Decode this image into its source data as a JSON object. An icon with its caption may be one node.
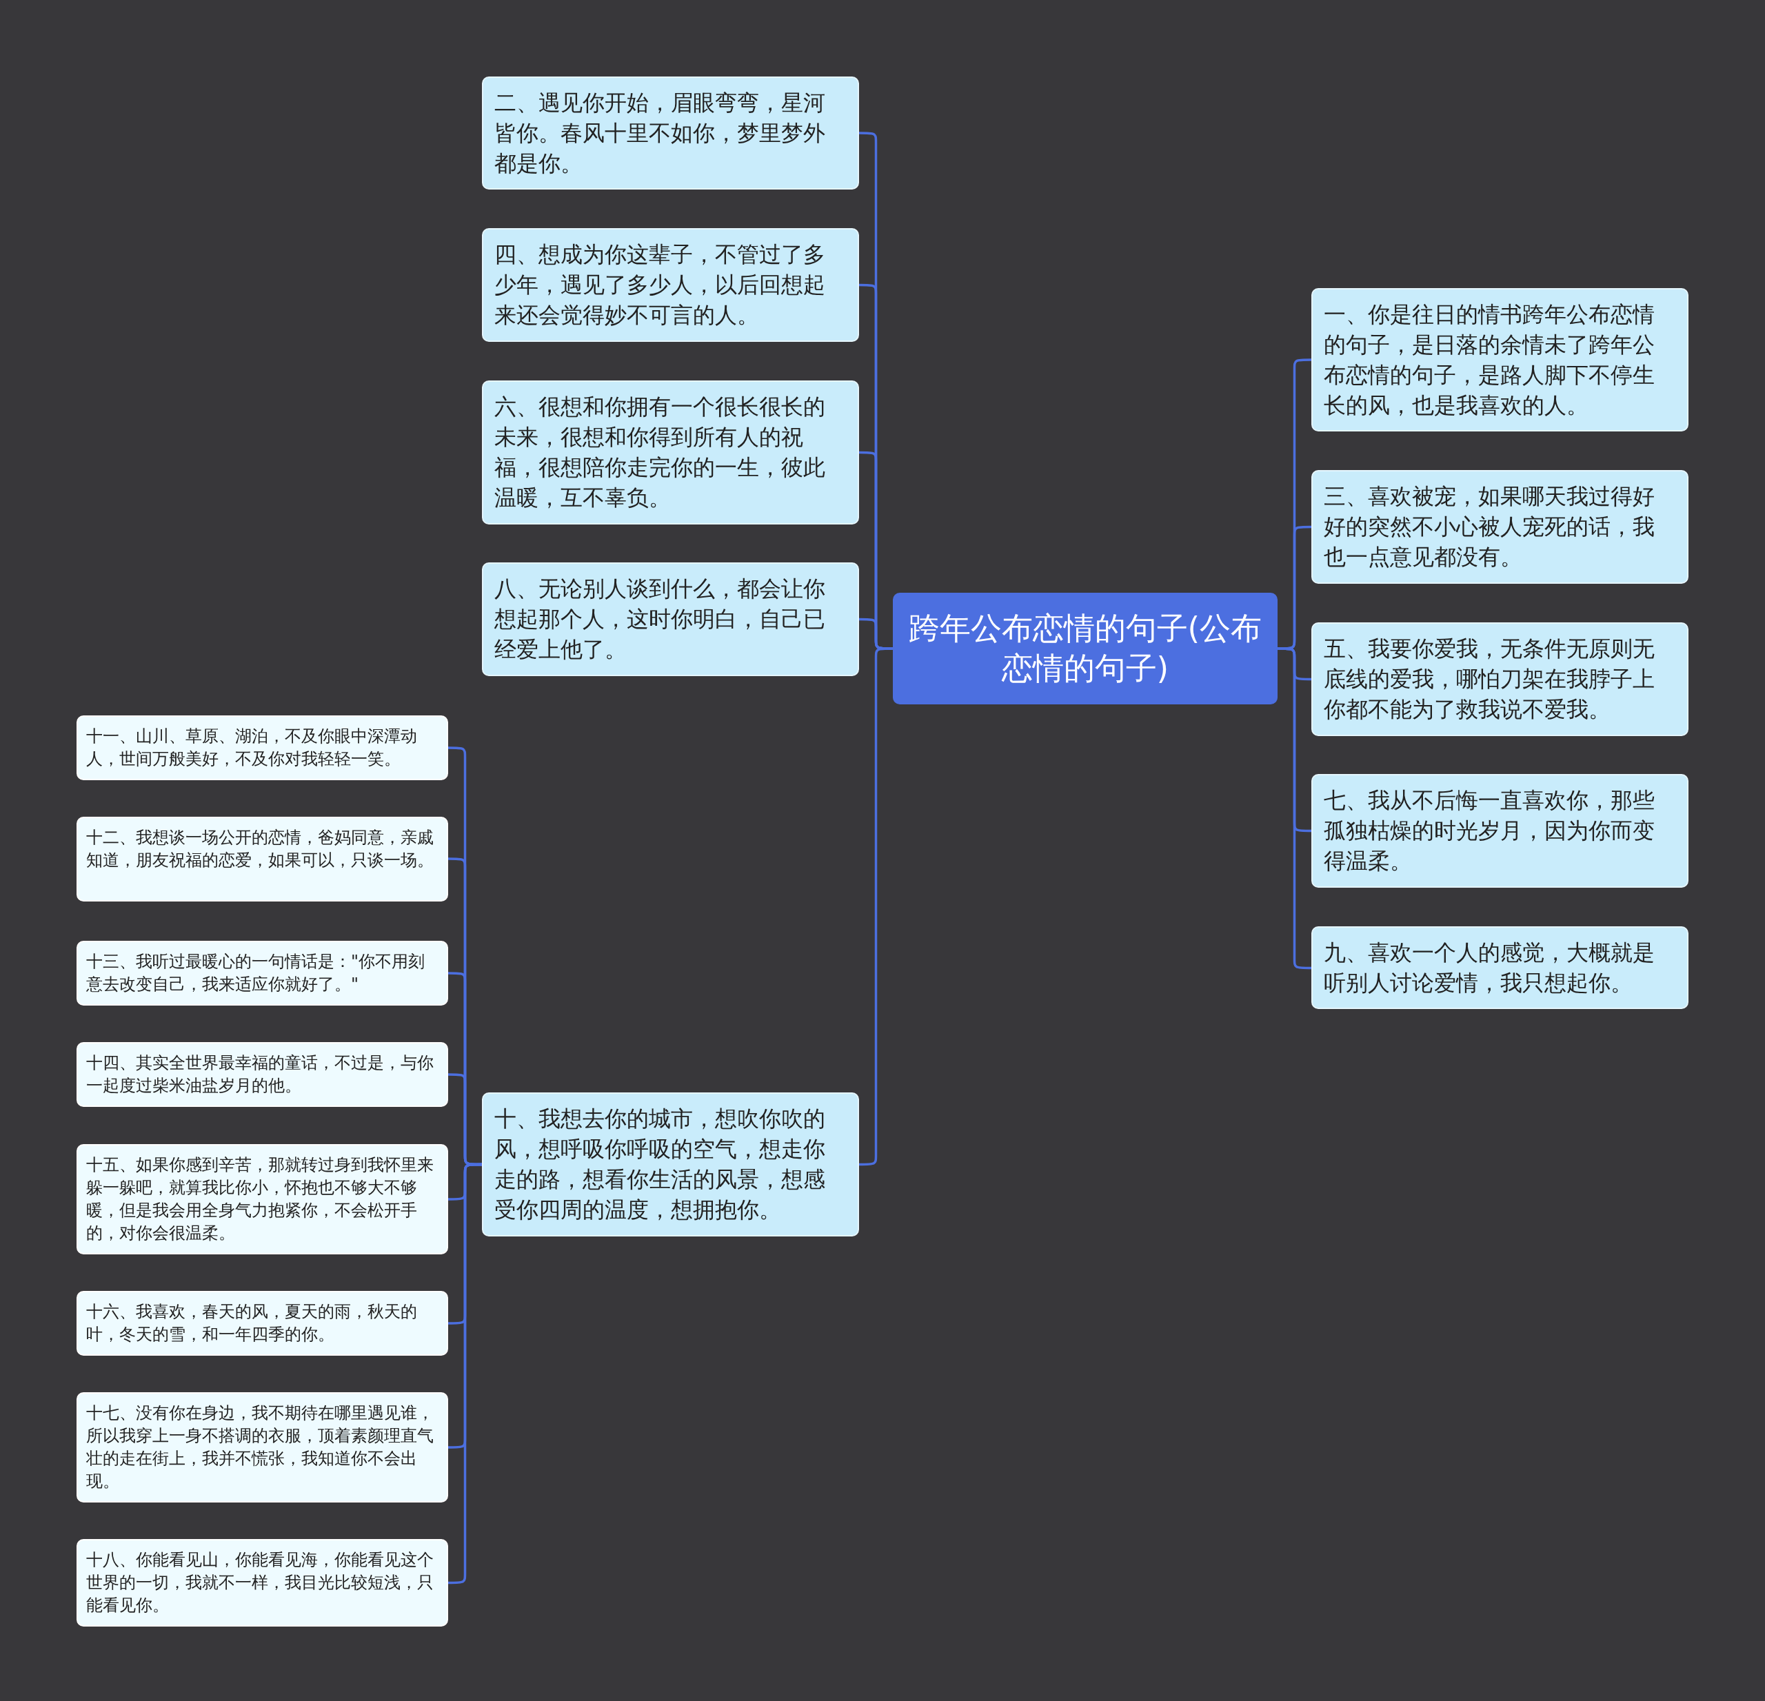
{
  "diagram": {
    "nodes": [
      {
        "text": [
          "跨年公布恋情的句子(公布恋情的句子)"
        ]
      },
      {
        "text": [
          "二、遇见你开始，眉眼弯弯，星河皆你。春风十里不如你，梦里梦外都是你。"
        ]
      },
      {
        "text": [
          "四、想成为你这辈子，不管过了多少年，遇见了多少人，以后回想起来还会觉得妙不可言的人。"
        ]
      },
      {
        "text": [
          "六、很想和你拥有一个很长很长的未来，很想和你得到所有人的祝福，很想陪你走完你的一生，彼此温暖，互不辜负。"
        ]
      },
      {
        "text": [
          "八、无论别人谈到什么，都会让你想起那个人，这时你明白，自己已经爱上他了。"
        ]
      },
      {
        "text": [
          "十、我想去你的城市，想吹你吹的风，想呼吸你呼吸的空气，想走你走的路，想看你生活的风景，想感受你四周的温度，想拥抱你。"
        ]
      },
      {
        "text": [
          "一、你是往日的情书跨年公布恋情的句子，是日落的余情未了跨年公布恋情的句子，是路人脚下不停生长的风，也是我喜欢的人。"
        ]
      },
      {
        "text": [
          "三、喜欢被宠，如果哪天我过得好好的突然不小心被人宠死的话，我也一点意见都没有。"
        ]
      },
      {
        "text": [
          "五、我要你爱我，无条件无原则无底线的爱我，哪怕刀架在我脖子上你都不能为了救我说不爱我。"
        ]
      },
      {
        "text": [
          "七、我从不后悔一直喜欢你，那些孤独枯燥的时光岁月，因为你而变得温柔。"
        ]
      },
      {
        "text": [
          "九、喜欢一个人的感觉，大概就是听别人讨论爱情，我只想起你。"
        ]
      },
      {
        "text": [
          "十一、山川、草原、湖泊，不及你眼中深潭动人，世间万般美好，不及你对我轻轻一笑。"
        ]
      },
      {
        "text": [
          "十二、我想谈一场公开的恋情，爸妈同意，亲戚知道，朋友祝福的恋爱，如果可以，只谈一场。"
        ]
      },
      {
        "text": [
          "十三、我听过最暖心的一句情话是：\"你不用刻意去改变自己，我来适应你就好了。\""
        ]
      },
      {
        "text": [
          "十四、其实全世界最幸福的童话，不过是，与你一起度过柴米油盐岁月的他。"
        ]
      },
      {
        "text": [
          "十五、如果你感到辛苦，那就转过身到我怀里来躲一躲吧，就算我比你小，怀抱也不够大不够暖，但是我会用全身气力抱紧你，不会松开手的，对你会很温柔。"
        ]
      },
      {
        "text": [
          "十六、我喜欢，春天的风，夏天的雨，秋天的叶，冬天的雪，和一年四季的你。"
        ]
      },
      {
        "text": [
          "十七、没有你在身边，我不期待在哪里遇见谁，所以我穿上一身不搭调的衣服，顶着素颜理直气壮的走在街上，我并不慌张，我知道你不会出现。"
        ]
      },
      {
        "text": [
          "十八、你能看见山，你能看见海，你能看见这个世界的一切，我就不一样，我目光比较短浅，只能看见你。"
        ]
      }
    ],
    "edges": [
      {
        "from": 0,
        "to": 1,
        "arrow": "none"
      },
      {
        "from": 0,
        "to": 2,
        "arrow": "none"
      },
      {
        "from": 0,
        "to": 3,
        "arrow": "none"
      },
      {
        "from": 0,
        "to": 4,
        "arrow": "none"
      },
      {
        "from": 0,
        "to": 5,
        "arrow": "none"
      },
      {
        "from": 0,
        "to": 6,
        "arrow": "none"
      },
      {
        "from": 0,
        "to": 7,
        "arrow": "none"
      },
      {
        "from": 0,
        "to": 8,
        "arrow": "none"
      },
      {
        "from": 0,
        "to": 9,
        "arrow": "none"
      },
      {
        "from": 0,
        "to": 10,
        "arrow": "none"
      },
      {
        "from": 5,
        "to": 11,
        "arrow": "none"
      },
      {
        "from": 5,
        "to": 12,
        "arrow": "none"
      },
      {
        "from": 5,
        "to": 13,
        "arrow": "none"
      },
      {
        "from": 5,
        "to": 14,
        "arrow": "none"
      },
      {
        "from": 5,
        "to": 15,
        "arrow": "none"
      },
      {
        "from": 5,
        "to": 16,
        "arrow": "none"
      },
      {
        "from": 5,
        "to": 17,
        "arrow": "none"
      },
      {
        "from": 5,
        "to": 18,
        "arrow": "none"
      }
    ]
  }
}
